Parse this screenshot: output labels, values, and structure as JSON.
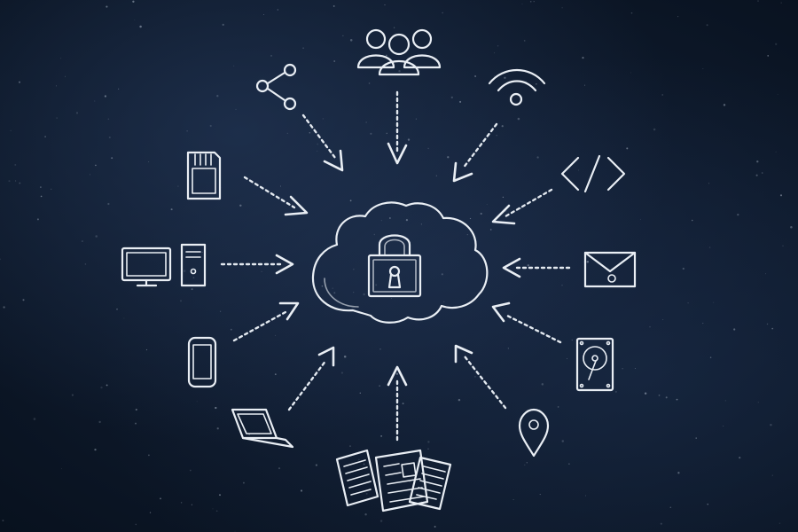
{
  "diagram": {
    "hub": {
      "icon": "cloud-lock-icon"
    },
    "nodes": [
      {
        "id": "users",
        "icon": "user-group-icon"
      },
      {
        "id": "share",
        "icon": "share-icon"
      },
      {
        "id": "wifi",
        "icon": "wifi-icon"
      },
      {
        "id": "memory-card",
        "icon": "sd-card-icon"
      },
      {
        "id": "code",
        "icon": "code-brackets-icon"
      },
      {
        "id": "desktop",
        "icon": "desktop-computer-icon"
      },
      {
        "id": "email",
        "icon": "envelope-icon"
      },
      {
        "id": "phone",
        "icon": "smartphone-icon"
      },
      {
        "id": "hard-drive",
        "icon": "hard-drive-icon"
      },
      {
        "id": "laptop",
        "icon": "laptop-icon"
      },
      {
        "id": "location",
        "icon": "location-pin-icon"
      },
      {
        "id": "documents",
        "icon": "documents-icon"
      }
    ],
    "arrow_direction": "inward",
    "colors": {
      "board": "#0d1829",
      "chalk": "#e9eef4"
    }
  }
}
